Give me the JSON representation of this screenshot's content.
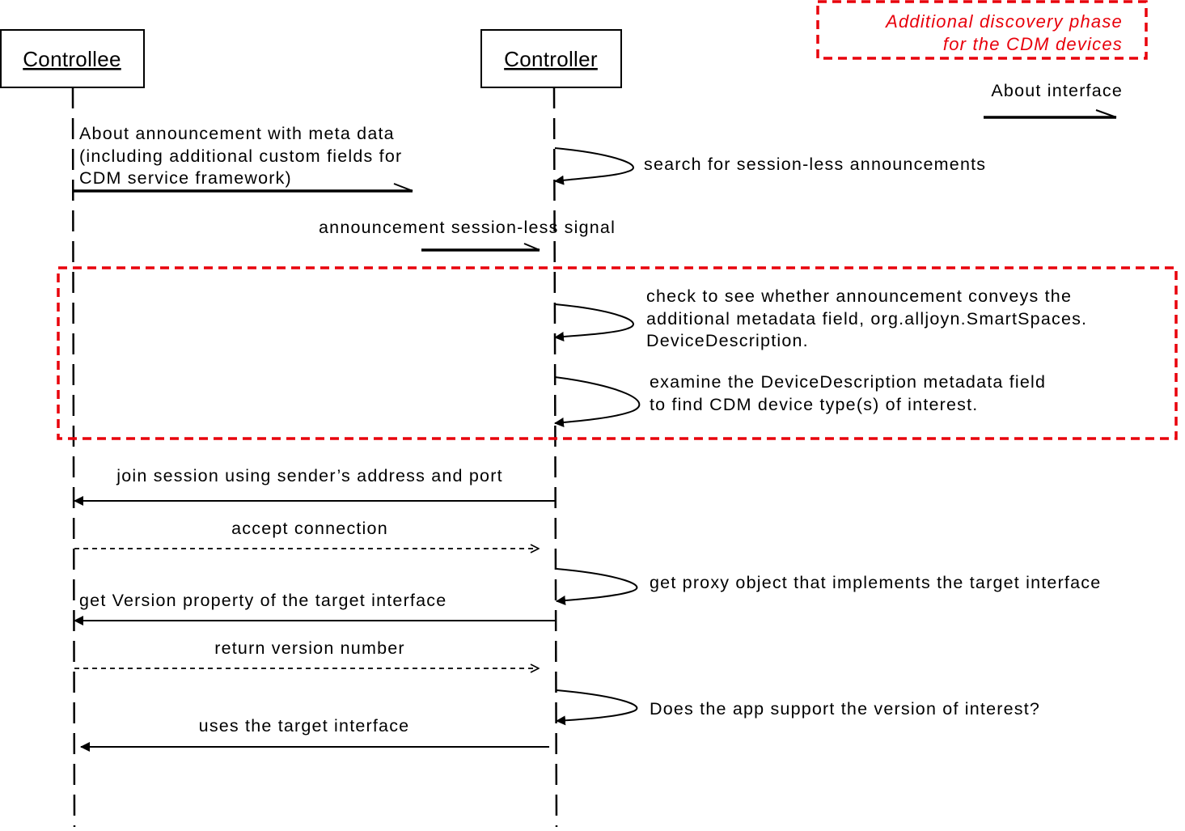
{
  "participants": {
    "controllee": "Controllee",
    "controller": "Controller"
  },
  "legend": {
    "phase_line1": "Additional discovery phase",
    "phase_line2": "for the CDM devices",
    "about_interface": "About interface",
    "phase_color": "#e8000b"
  },
  "messages": {
    "about_announcement": [
      "About announcement with meta data",
      "(including additional custom fields for",
      "CDM service framework)"
    ],
    "search_sessionless": "search for session-less announcements",
    "sessionless_signal": "announcement session-less signal",
    "check_metadata": [
      "check to see whether announcement conveys the",
      "additional metadata field, org.alljoyn.SmartSpaces.",
      "DeviceDescription."
    ],
    "examine_field": [
      "examine the DeviceDescription metadata field",
      "to find CDM device type(s) of interest."
    ],
    "join_session": "join session using sender’s address and port",
    "accept_connection": "accept connection",
    "get_proxy": "get proxy object that implements the target interface",
    "get_version": "get Version property of the target interface",
    "return_version": "return version number",
    "version_support": "Does the app support the version of interest?",
    "uses_interface": "uses the target interface"
  }
}
